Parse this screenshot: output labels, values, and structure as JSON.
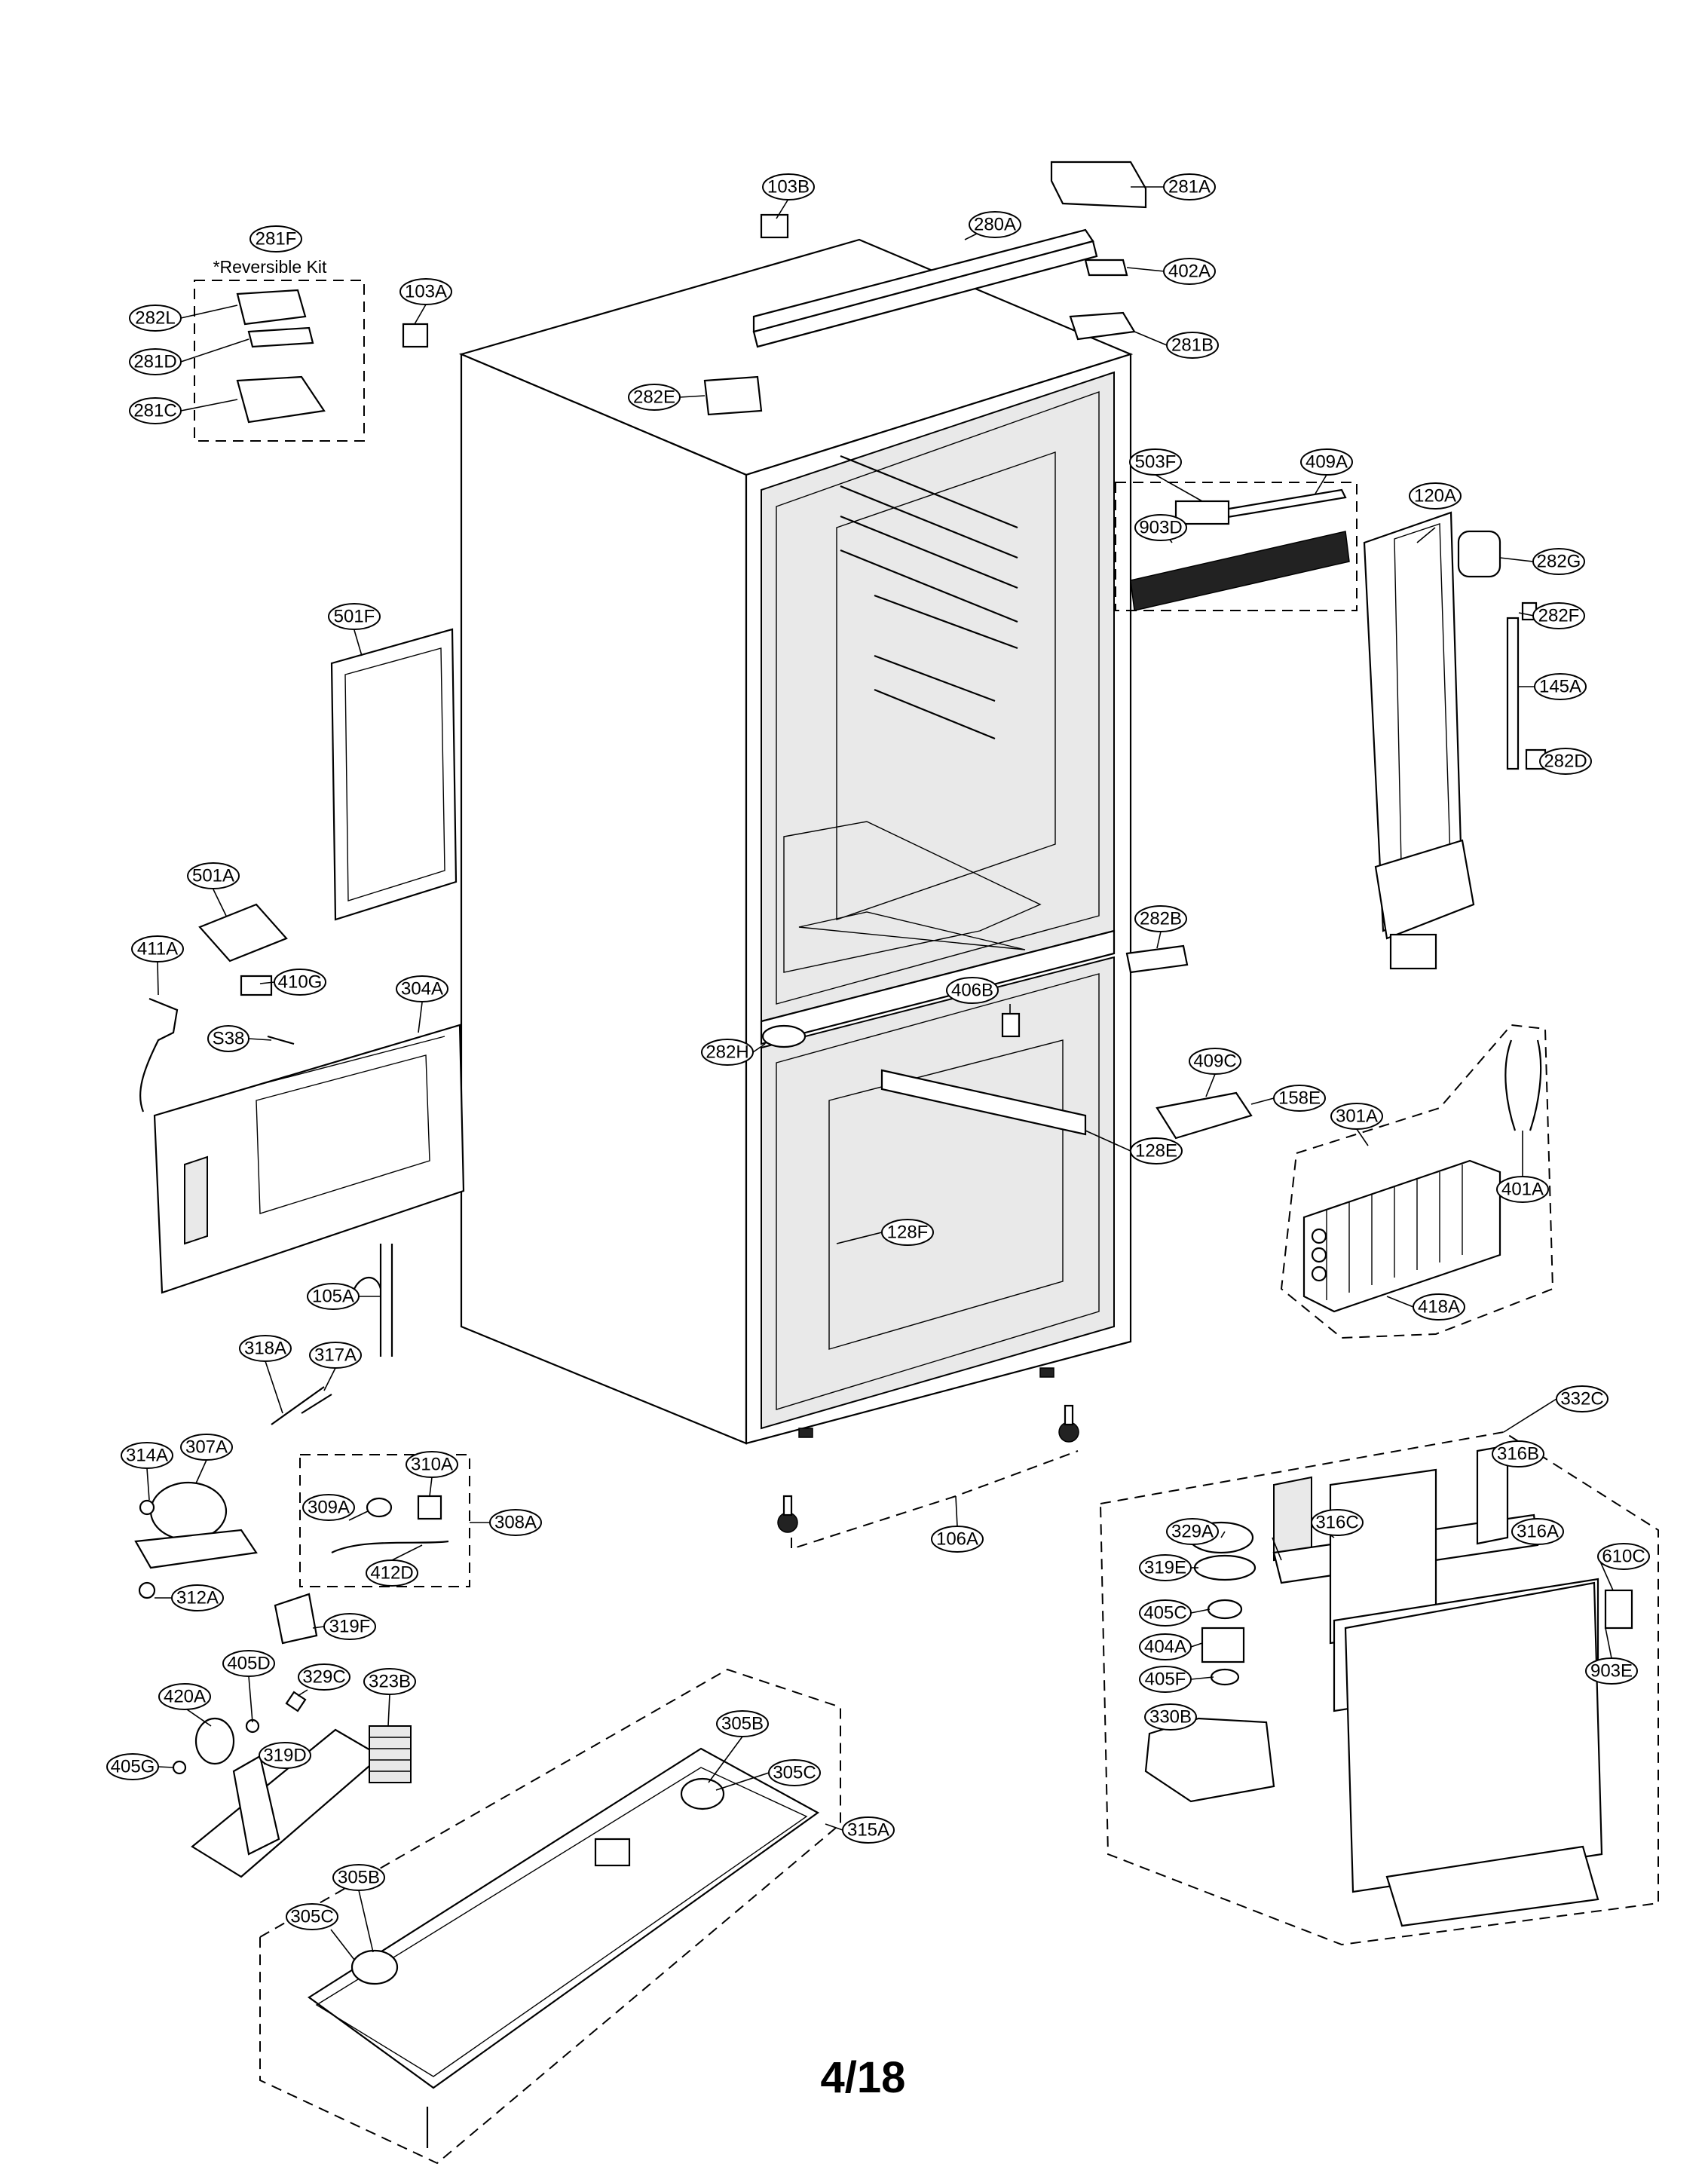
{
  "page_number": "4/18",
  "reversible_kit_note": "*Reversible Kit",
  "callouts": {
    "c103B": "103B",
    "c281A": "281A",
    "c280A": "280A",
    "c402A": "402A",
    "c281B": "281B",
    "c281F": "281F",
    "c103A": "103A",
    "c282L": "282L",
    "c281D": "281D",
    "c281C": "281C",
    "c282E": "282E",
    "c503F": "503F",
    "c409A": "409A",
    "c903D": "903D",
    "c120A": "120A",
    "c282G": "282G",
    "c282F": "282F",
    "c145A": "145A",
    "c282D": "282D",
    "c501F": "501F",
    "c501A": "501A",
    "c411A": "411A",
    "c410G": "410G",
    "c304A": "304A",
    "cS38": "S38",
    "c282B": "282B",
    "c406B": "406B",
    "c409C": "409C",
    "c158E": "158E",
    "c282H": "282H",
    "c301A": "301A",
    "c401A": "401A",
    "c128E": "128E",
    "c128F": "128F",
    "c418A": "418A",
    "c105A": "105A",
    "c318A": "318A",
    "c317A": "317A",
    "c332C": "332C",
    "c314A": "314A",
    "c307A": "307A",
    "c310A": "310A",
    "c309A": "309A",
    "c308A": "308A",
    "c312A": "312A",
    "c412D": "412D",
    "c106A": "106A",
    "c316B": "316B",
    "c329A": "329A",
    "c316C": "316C",
    "c316A": "316A",
    "c319E": "319E",
    "c610C": "610C",
    "c405C": "405C",
    "c404A": "404A",
    "c903E": "903E",
    "c405F": "405F",
    "c330B": "330B",
    "c319F": "319F",
    "c405D": "405D",
    "c329C": "329C",
    "c323B": "323B",
    "c420A": "420A",
    "c305B_top": "305B",
    "c405G": "405G",
    "c319D": "319D",
    "c305C_top": "305C",
    "c315A": "315A",
    "c305B_bot": "305B",
    "c305C_bot": "305C"
  }
}
